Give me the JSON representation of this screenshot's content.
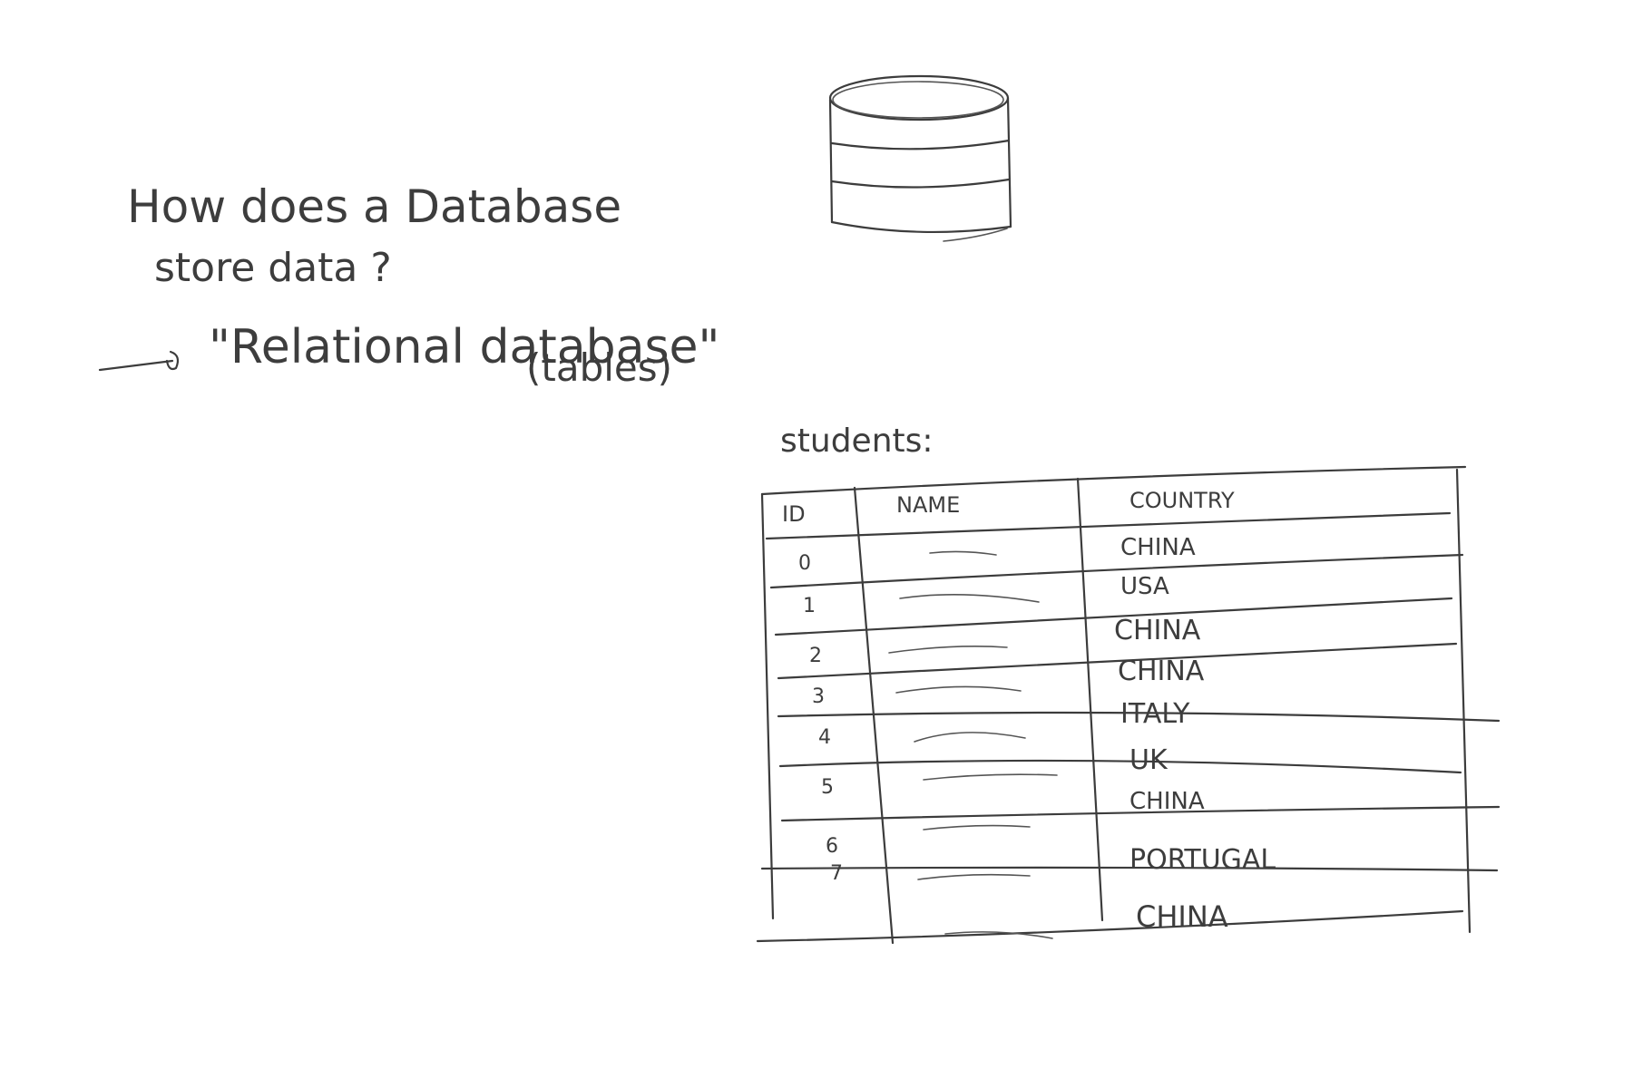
{
  "notes": {
    "question_line1": "How does a Database",
    "question_line2": "store data ?",
    "answer_line": "\"Relational database\"",
    "answer_sub": "(tables)"
  },
  "icons": {
    "database": "database-cylinder-icon",
    "arrow": "arrow-right-icon"
  },
  "table": {
    "title": "students:",
    "headers": [
      "ID",
      "NAME",
      "COUNTRY"
    ],
    "rows": [
      {
        "id": "0",
        "country": "CHINA"
      },
      {
        "id": "1",
        "country": "USA"
      },
      {
        "id": "2",
        "country": "CHINA"
      },
      {
        "id": "3",
        "country": "CHINA"
      },
      {
        "id": "4",
        "country": "ITALY"
      },
      {
        "id": "5",
        "country": "UK"
      },
      {
        "id": "6",
        "country": "CHINA"
      },
      {
        "id": "7",
        "country": "PORTUGAL"
      },
      {
        "id": "",
        "country": "CHINA"
      }
    ]
  }
}
